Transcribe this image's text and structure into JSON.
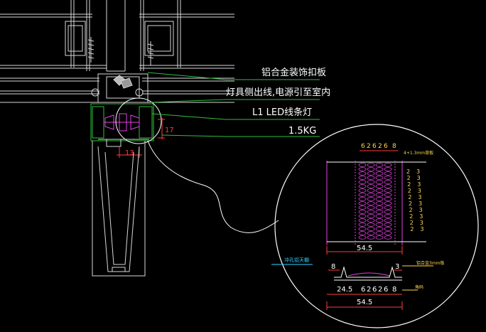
{
  "callouts": {
    "line1": "铝合金装饰扣板",
    "line2": "灯具侧出线,电源引至室内",
    "line3": "L1 LED线条灯",
    "line4": "1.5KG"
  },
  "section_dims": {
    "width": "13",
    "height": "17"
  },
  "detail": {
    "top_dims": [
      "6",
      "2",
      "6",
      "2",
      "6",
      "8"
    ],
    "top_note": "4+1.3mm背板",
    "mid_dim": "54.5",
    "left_note": "冲孔铝天棚",
    "left_dim_small": "8",
    "right_dim_small": "3",
    "right_note_1": "铝合金3mm板",
    "right_note_2": "角码",
    "bottom_dims": [
      "24.5",
      "6",
      "2",
      "6",
      "2",
      "6",
      "8"
    ],
    "bottom_total": "54.5",
    "right_ticks": [
      "2",
      "2",
      "2",
      "2",
      "2",
      "2",
      "2",
      "2",
      "2",
      "2",
      "3",
      "3",
      "3",
      "3",
      "3",
      "3",
      "3",
      "3",
      "3",
      "3"
    ]
  },
  "colors": {
    "background": "#000000",
    "callout_text": "#ffffff",
    "leader_lines": "#2fbf3a",
    "dimension": "#ff3b3b",
    "detail_circle": "#ffffff",
    "profile": "#e040e0",
    "annotation": "#ffd84a",
    "section": "#d8d8d8",
    "accent_blue": "#2fd5ff"
  }
}
